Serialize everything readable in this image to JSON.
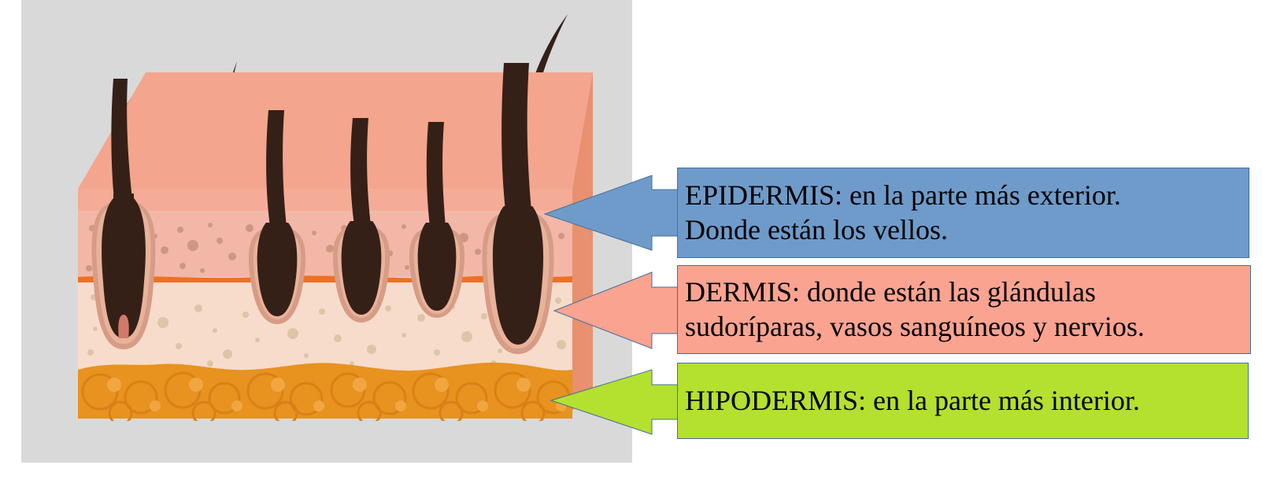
{
  "illustration": {
    "name": "skin-cross-section-diagram",
    "background_color": "#d9d9d9",
    "layers": [
      {
        "key": "epidermis_top",
        "label": "epidermis-top-surface",
        "color": "#f4a58d"
      },
      {
        "key": "epidermis_face",
        "label": "epidermis-front-face",
        "color": "#f5ac96"
      },
      {
        "key": "dermis_upper",
        "label": "dermis-upper-band",
        "color": "#f3b7a8"
      },
      {
        "key": "dermis_divider",
        "label": "dermis-divider-line",
        "color": "#ed7024"
      },
      {
        "key": "dermis_lower",
        "label": "dermis-lower-band",
        "color": "#f7dccb"
      },
      {
        "key": "hypodermis",
        "label": "hypodermis-fat-layer",
        "color": "#e8921f"
      }
    ],
    "hair_color": "#352018",
    "follicle_wall_color": "#d79c85",
    "follicle_inner_color": "#e8b29b",
    "hair_count": 6,
    "follicle_count": 5
  },
  "callouts": [
    {
      "id": "epidermis",
      "name": "callout-epidermis",
      "fill": "#6f9bca",
      "border": "#41719c",
      "lines": [
        "EPIDERMIS: en la parte más exterior.",
        "Donde están los vellos."
      ],
      "points_to": "epidermis-layer"
    },
    {
      "id": "dermis",
      "name": "callout-dermis",
      "fill": "#fba391",
      "border": "#41719c",
      "lines": [
        "DERMIS: donde están las glándulas",
        "sudoríparas, vasos sanguíneos y nervios."
      ],
      "points_to": "dermis-layer"
    },
    {
      "id": "hipodermis",
      "name": "callout-hipodermis",
      "fill": "#b4e02f",
      "border": "#41719c",
      "lines": [
        "HIPODERMIS: en la parte más interior."
      ],
      "points_to": "hypodermis-layer"
    }
  ]
}
